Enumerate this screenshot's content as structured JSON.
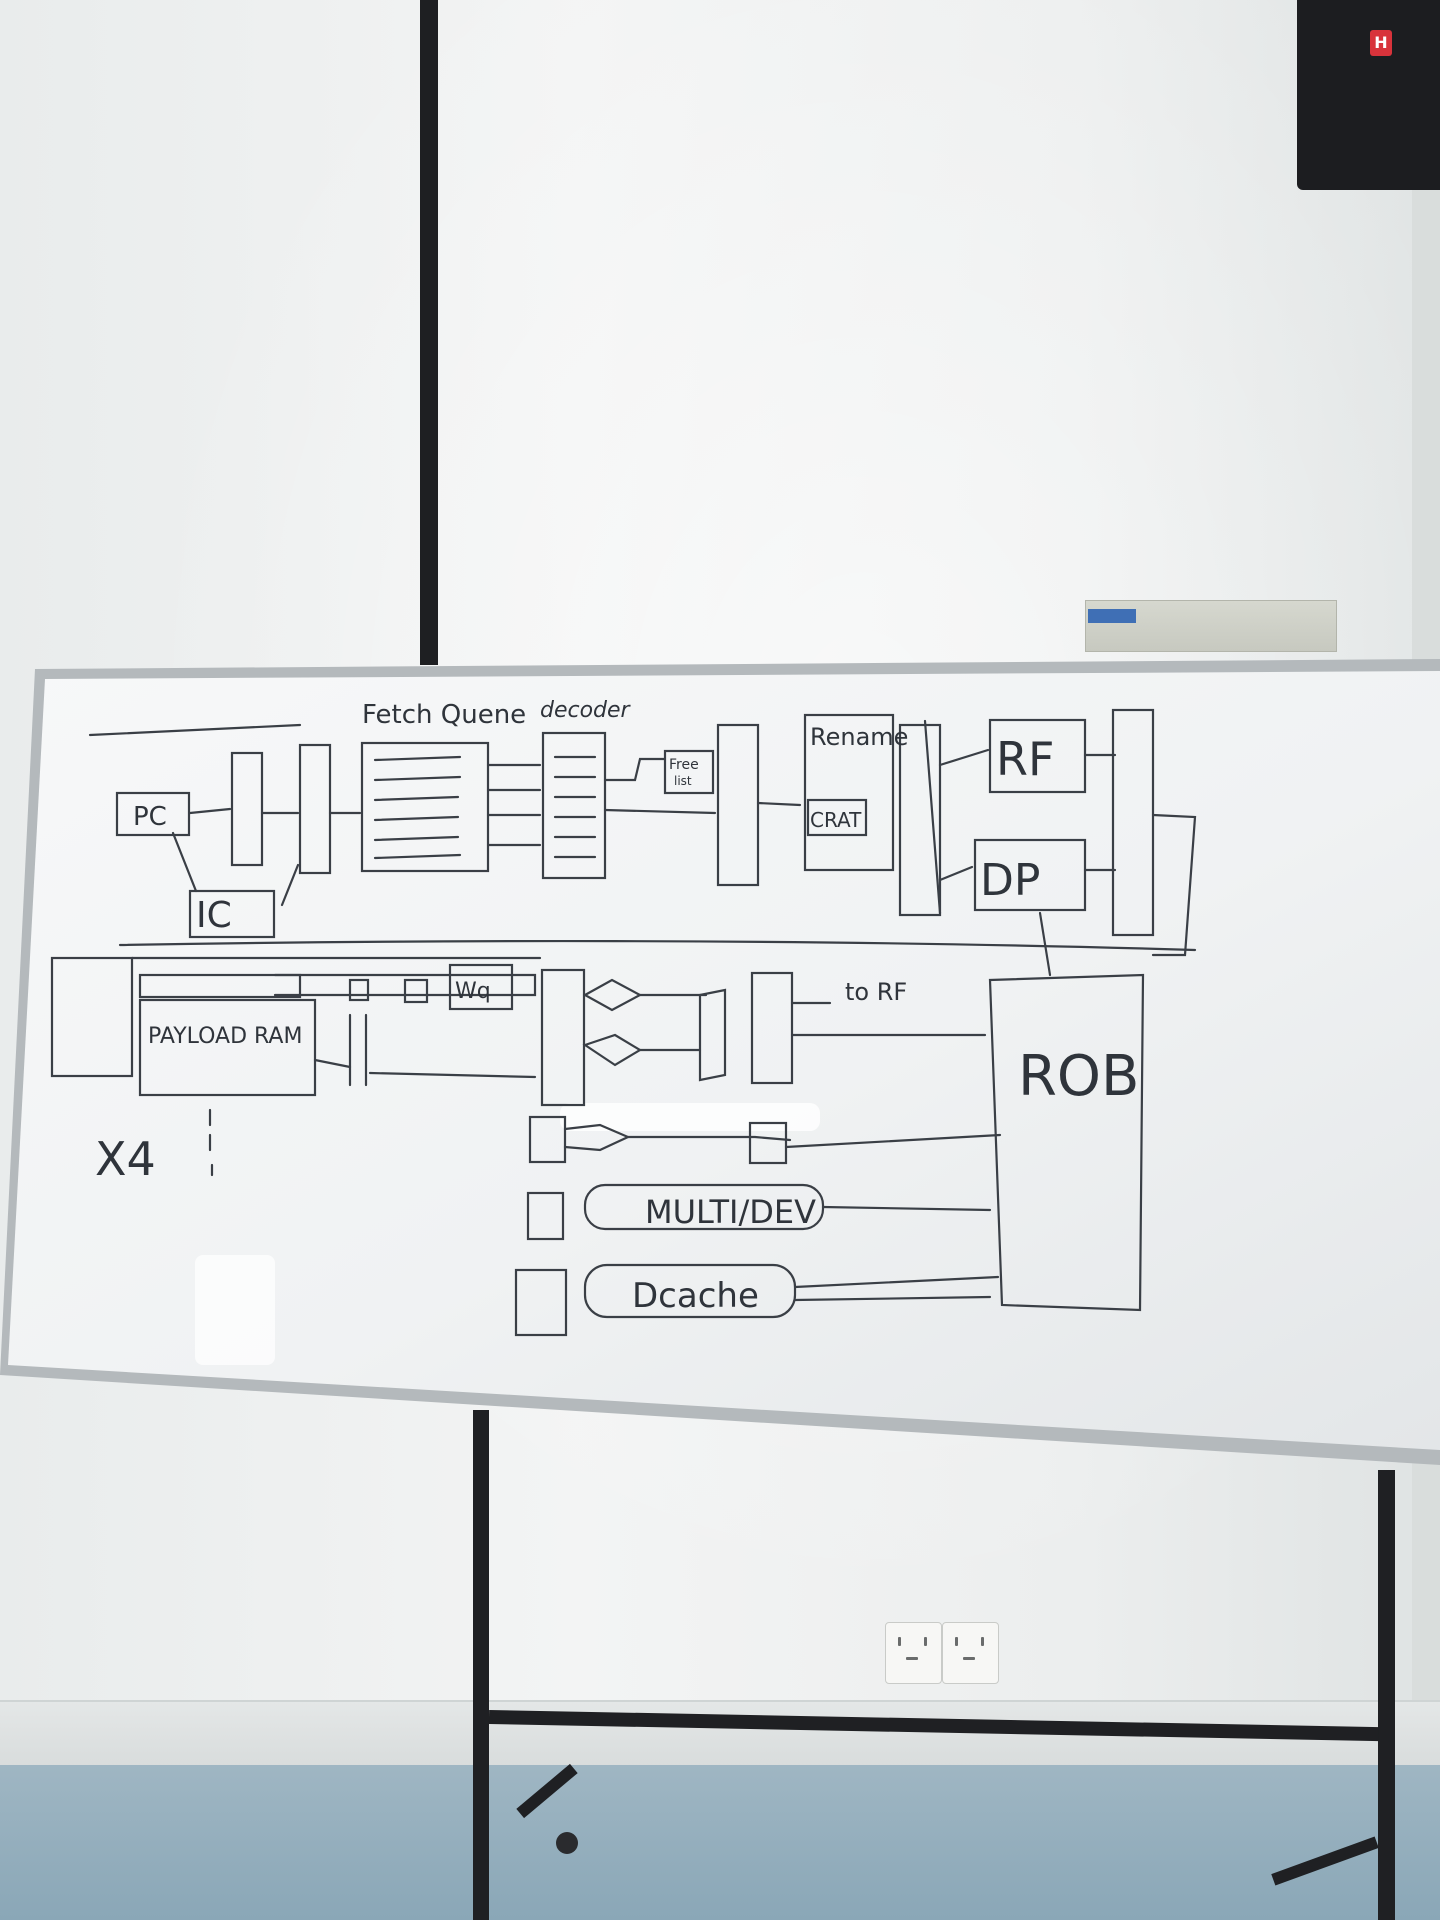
{
  "scene": {
    "description_free": true,
    "colors": {
      "wall": "#eef0ef",
      "floor": "#8aa7b7",
      "board_surface": "#f6f7f8",
      "board_frame": "#aeb3b6",
      "ink": "#2f343b",
      "stand": "#1f2023",
      "speaker": "#1c1d20",
      "speaker_brand": "#d8333b"
    },
    "icons": {
      "speaker": "speaker-icon",
      "wall_outlet": "power-outlet-icon"
    }
  },
  "whiteboard": {
    "labels": {
      "fetch_queue": "Fetch Quene",
      "decoder": "decoder",
      "pc": "PC",
      "ic": "IC",
      "free_list_1": "Free",
      "free_list_2": "list",
      "rename": "Rename",
      "crat": "CRAT",
      "rf": "RF",
      "dp": "DP",
      "wq": "Wq",
      "payload_ram": "PAYLOAD RAM",
      "to_rf": "to RF",
      "rob": "ROB",
      "x4": "X4",
      "multi_dev": "MULTI/DEV",
      "dcache": "Dcache"
    }
  }
}
